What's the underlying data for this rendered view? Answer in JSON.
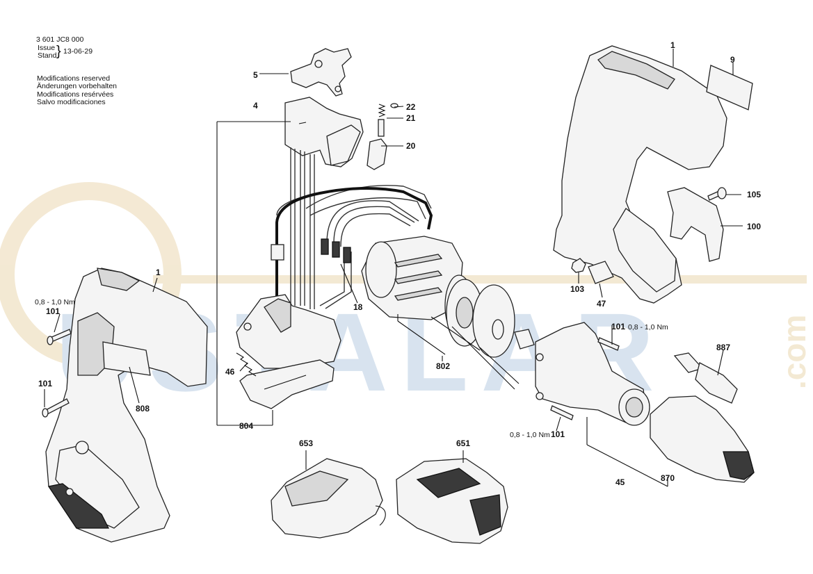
{
  "header": {
    "part_number": "3 601 JC8 000",
    "issue_label": "Issue",
    "stand_label": "Stand",
    "date": "13-06-29",
    "modifications": [
      "Modifications reserved",
      "Änderungen vorbehalten",
      "Modifications resérvées",
      "Salvo modificaciones"
    ]
  },
  "watermark": {
    "text": "USTALAR",
    "domain": ".com",
    "color": "#d9b675"
  },
  "callouts": {
    "c1_left": "1",
    "c1_right": "1",
    "c4": "4",
    "c5": "5",
    "c9": "9",
    "c18": "18",
    "c20": "20",
    "c21": "21",
    "c22": "22",
    "c45": "45",
    "c46": "46",
    "c47": "47",
    "c100": "100",
    "c101_a": "101",
    "c101_b": "101",
    "c101_c": "101",
    "c101_d": "101",
    "c103": "103",
    "c105": "105",
    "c651": "651",
    "c653": "653",
    "c802": "802",
    "c804": "804",
    "c808": "808",
    "c870": "870",
    "c887": "887"
  },
  "torques": {
    "t_a": "0,8 - 1,0 Nm",
    "t_c": "0,8 - 1,0 Nm",
    "t_d": "0,8 - 1,0 Nm"
  }
}
